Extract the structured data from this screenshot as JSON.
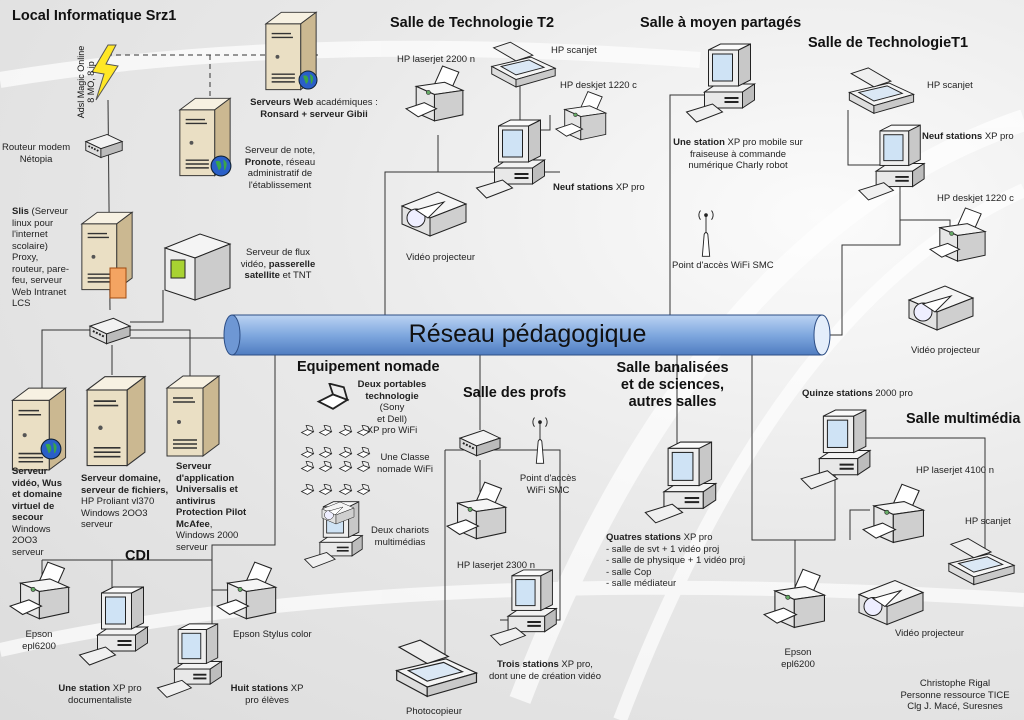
{
  "network": {
    "label": "Réseau pédagogique",
    "pipe_color": "#7fa8df"
  },
  "local": {
    "title": "Local Informatique Srz1",
    "adsl": "Adsl Magic Online\n8 MO, 8 ip",
    "router": {
      "bold": "",
      "text": "Routeur modem\nNétopia"
    },
    "web_servers": {
      "bold": "Serveurs Web",
      "text": " académiques :",
      "bold2": "Ronsard + serveur Gibii"
    },
    "note_server": {
      "text1": "Serveur de note,\n",
      "bold": "Pronote",
      "text2": ", réseau\nadministratif de\nl'établissement"
    },
    "slis": {
      "bold": "Slis",
      "text": " (Serveur\nlinux pour\nl'internet\nscolaire)\nProxy,\nrouteur, pare-\nfeu, serveur\nWeb Intranet\nLCS"
    },
    "video_flux": {
      "text1": "Serveur de flux\nvidéo, ",
      "bold": "passerelle\nsatellite",
      "text2": " et TNT"
    },
    "video_server": {
      "bold": "Serveur\nvidéo, Wus\net domaine\nvirtuel de\nsecour",
      "text": "\nWindows\n2OO3\nserveur"
    },
    "domain_server": {
      "bold": "Serveur domaine,\nserveur de fichiers,",
      "text": "\nHP Proliant vl370\nWindows 2OO3\nserveur"
    },
    "app_server": {
      "bold": "Serveur\nd'application\nUniversalis et\nantivirus\nProtection Pilot\nMcAfee",
      "text": ",\nWindows 2000\nserveur"
    }
  },
  "cdi": {
    "title": "CDI",
    "printer1": "Epson\nepl6200",
    "station1": {
      "bold": "Une station",
      "text": " XP pro\ndocumentaliste"
    },
    "stations8": {
      "bold": "Huit stations",
      "text": " XP\npro élèves"
    },
    "printer2": "Epson Stylus color"
  },
  "t2": {
    "title": "Salle de Technologie T2",
    "laserjet": "HP laserjet 2200 n",
    "scanjet": "HP scanjet",
    "deskjet": "HP deskjet 1220 c",
    "stations": {
      "bold": "Neuf stations",
      "text": " XP pro"
    },
    "projector": "Vidéo projecteur"
  },
  "shared": {
    "title": "Salle à moyen partagés",
    "station": {
      "bold": "Une station",
      "text": " XP pro mobile sur\nfraiseuse à commande\nnumérique Charly robot"
    },
    "ap": "Point d'accès WiFi SMC"
  },
  "t1": {
    "title": "Salle de TechnologieT1",
    "scanjet": "HP scanjet",
    "stations": {
      "bold": "Neuf stations",
      "text": " XP pro"
    },
    "deskjet": "HP deskjet 1220 c",
    "projector": "Vidéo projecteur"
  },
  "nomade": {
    "title": "Equipement nomade",
    "laptops": {
      "bold": "Deux portables\ntechnologie",
      "text": " (Sony\net Dell)\nXP pro WiFi"
    },
    "classe": "Une Classe\nnomade WiFi",
    "chariots": "Deux chariots\nmultimédias"
  },
  "profs": {
    "title": "Salle des profs",
    "ap": "Point d'accès\nWiFi SMC",
    "laserjet": "HP laserjet 2300 n",
    "stations": {
      "bold": "Trois stations",
      "text": " XP pro,\ndont une de création vidéo"
    },
    "copier": "Photocopieur"
  },
  "banalisees": {
    "title": "Salle banalisées\net de sciences,\nautres salles",
    "stations": {
      "bold": "Quatres stations",
      "text": " XP pro\n- salle de svt + 1 vidéo proj\n- salle de physique + 1 vidéo proj\n- salle Cop\n- salle médiateur"
    }
  },
  "multimedia": {
    "title": "Salle multimédia",
    "stations": {
      "bold": "Quinze stations",
      "text": " 2000 pro"
    },
    "laserjet": "HP laserjet 4100 n",
    "scanjet": "HP scanjet",
    "epson": "Epson\nepl6200",
    "projector": "Vidéo projecteur"
  },
  "credit": "Christophe Rigal\nPersonne ressource TICE\nClg J. Macé, Suresnes"
}
